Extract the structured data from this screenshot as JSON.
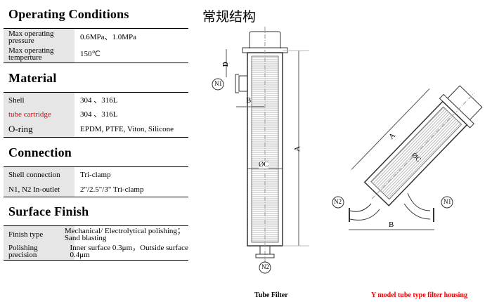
{
  "sections": [
    {
      "title": "Operating Conditions",
      "rows": [
        [
          "Max operating pressure",
          "0.6MPa、1.0MPa"
        ],
        [
          "Max operating temperture",
          "150℃"
        ]
      ]
    },
    {
      "title": "Material",
      "rows": [
        [
          "Shell",
          "304 、316L"
        ],
        [
          "tube cartridge",
          "304 、316L"
        ],
        [
          "O-ring",
          "EPDM, PTFE, Viton, Silicone"
        ]
      ]
    },
    {
      "title": "Connection",
      "rows": [
        [
          "Shell connection",
          "Tri-clamp"
        ],
        [
          "N1, N2 In-outlet",
          "2\"/2.5\"/3\" Tri-clamp"
        ]
      ]
    },
    {
      "title": "Surface Finish",
      "rows": [
        [
          "Finish type",
          "Mechanical/ Electrolytical polishing；Sand blasting"
        ],
        [
          "Polishing precision",
          "Inner surface 0.3μm，Outside surface 0.4μm"
        ]
      ]
    }
  ],
  "drawing": {
    "title": "常规结构",
    "labels": {
      "a": "A",
      "b": "B",
      "c": "ØC",
      "d": "D",
      "n1": "N1",
      "n2": "N2"
    },
    "caption_tube": "Tube Filter",
    "caption_y": "Y model tube type filter housing",
    "caption_y_color": "#e00000"
  }
}
